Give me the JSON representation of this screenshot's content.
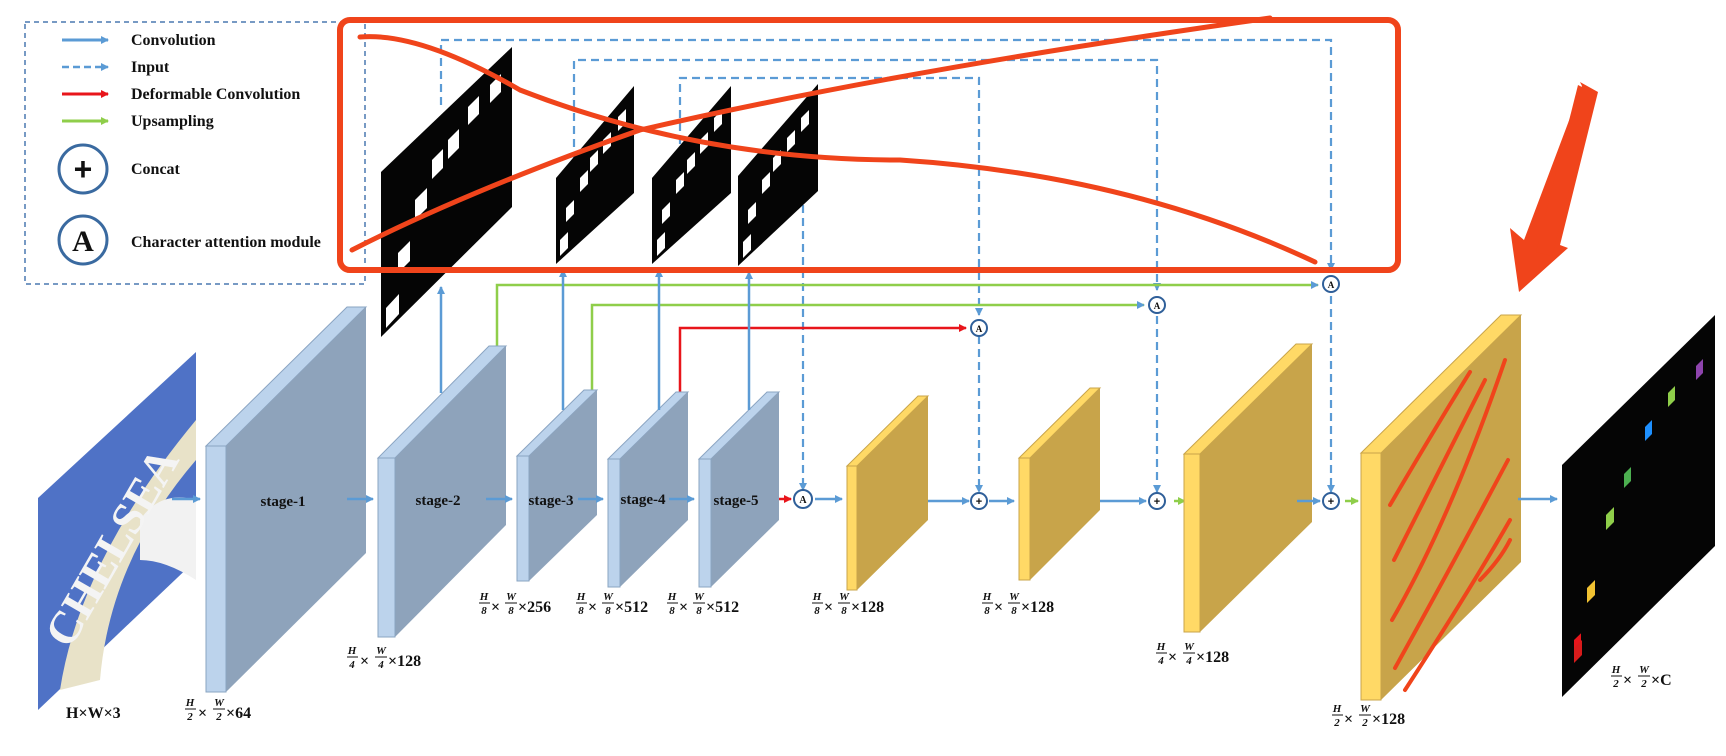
{
  "legend": {
    "convolution": "Convolution",
    "input": "Input",
    "deformable": "Deformable Convolution",
    "upsampling": "Upsampling",
    "concat": "Concat",
    "attention": "Character attention module",
    "concat_symbol": "+",
    "attention_symbol": "A"
  },
  "stages": {
    "s1": "stage-1",
    "s2": "stage-2",
    "s3": "stage-3",
    "s4": "stage-4",
    "s5": "stage-5"
  },
  "dims": {
    "input": "H×W×3",
    "s1": "×64",
    "s2": "×128",
    "s3": "×256",
    "s4": "×512",
    "s5": "×512",
    "d1": "×128",
    "d2": "×128",
    "d3": "×128",
    "d4": "×128",
    "out": "×C"
  },
  "fractions": {
    "h2_top": "H",
    "h2_bot": "2",
    "w2_top": "W",
    "w2_bot": "2",
    "h4_top": "H",
    "h4_bot": "4",
    "w4_top": "W",
    "w4_bot": "4",
    "h8_top": "H",
    "h8_bot": "8",
    "w8_top": "W",
    "w8_bot": "8",
    "times": "×"
  },
  "input_image_text": "CHELSEA",
  "colors": {
    "convolution": "#5b9bd5",
    "deformable": "#e8151b",
    "upsampling": "#8fce4a",
    "encoder_face": "#8ea3bb",
    "encoder_side": "#bcd3ec",
    "decoder_face": "#c8a44a",
    "decoder_side": "#ffd966",
    "annotation": "#f0441b"
  }
}
